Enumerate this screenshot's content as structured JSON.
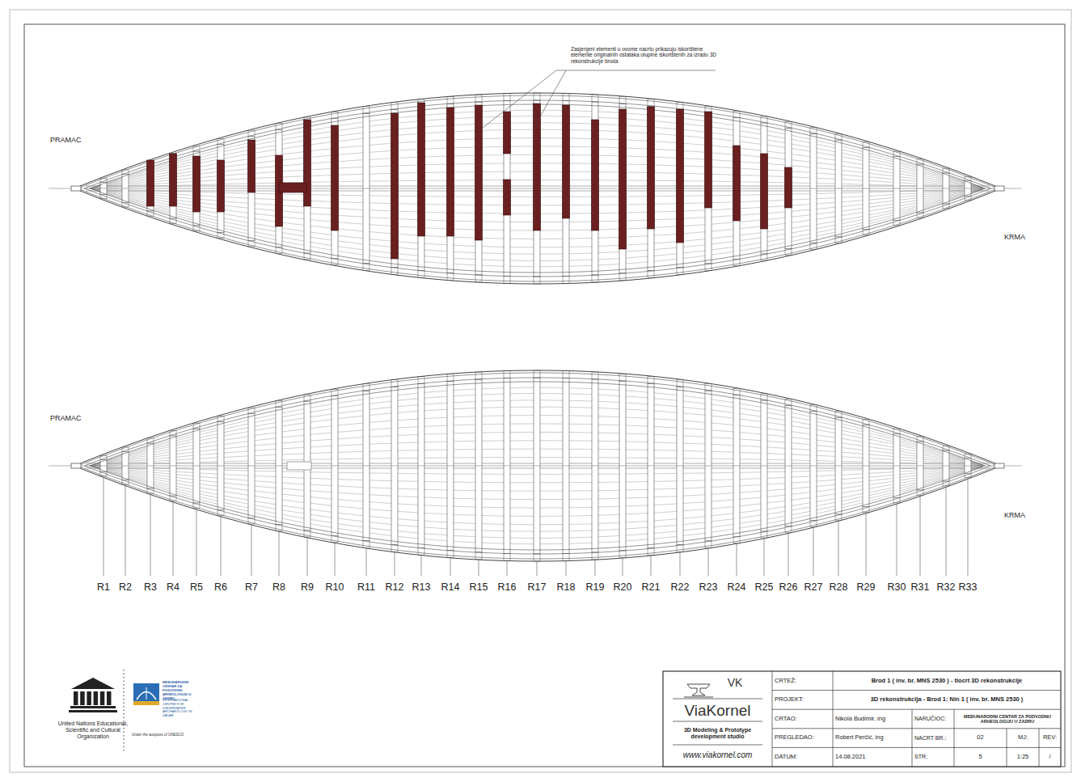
{
  "diagram": {
    "labels": [
      "Zasjenjeni elementi u ovome nacrtu prikazuju iskorištene elemente originalnih ostataka olupine iskorištenih za izradu 3D rekonstrukcije broda",
      "PRAMAC",
      "KRMA",
      "PRAMAC",
      "KRMA",
      "R1",
      "R2",
      "R3",
      "R4",
      "R5",
      "R6",
      "R7",
      "R8",
      "R9",
      "R10",
      "R11",
      "R12",
      "R13",
      "R14",
      "R15",
      "R16",
      "R17",
      "R18",
      "R19",
      "R20",
      "R21",
      "R22",
      "R23",
      "R24",
      "R25",
      "R26",
      "R27",
      "R28",
      "R29",
      "R30",
      "R31",
      "R32",
      "R33",
      "United Nations Educational, Scientific and Cultural Organization",
      "MEĐUNARODNI CENTAR ZA PODVODNU ARHEOLOGIJU U ZADRU",
      "INTERNATIONAL CENTRE FOR UNDERWATER ARCHAEOLOGY IN ZADAR",
      "Under the auspices of UNESCO",
      "VK",
      "ViaKornel",
      "3D Modeling & Prototype development studio",
      "www.viakornel.com",
      "CRTEŽ:",
      "Brod 1 ( inv. br. MNS 2530 ) - tlocrt 3D rekonstrukcije",
      "PROJEKT:",
      "3D rekonstrukcija - Brod 1: Nin 1 ( inv. br. MNS 2530 )",
      "CRTAO:",
      "Nikola Budimir, ing",
      "NARUČIOC:",
      "MEĐUNARODNI CENTAR ZA PODVODNU ARHEOLOGIJU U ZADRU",
      "PREGLEDAO:",
      "Robert Perčić, ing",
      "NACRT BR.:",
      "02",
      "MJ:",
      "REV:",
      "DATUM:",
      "14.08.2021",
      "STR:",
      "5",
      "1:25",
      "/"
    ]
  }
}
